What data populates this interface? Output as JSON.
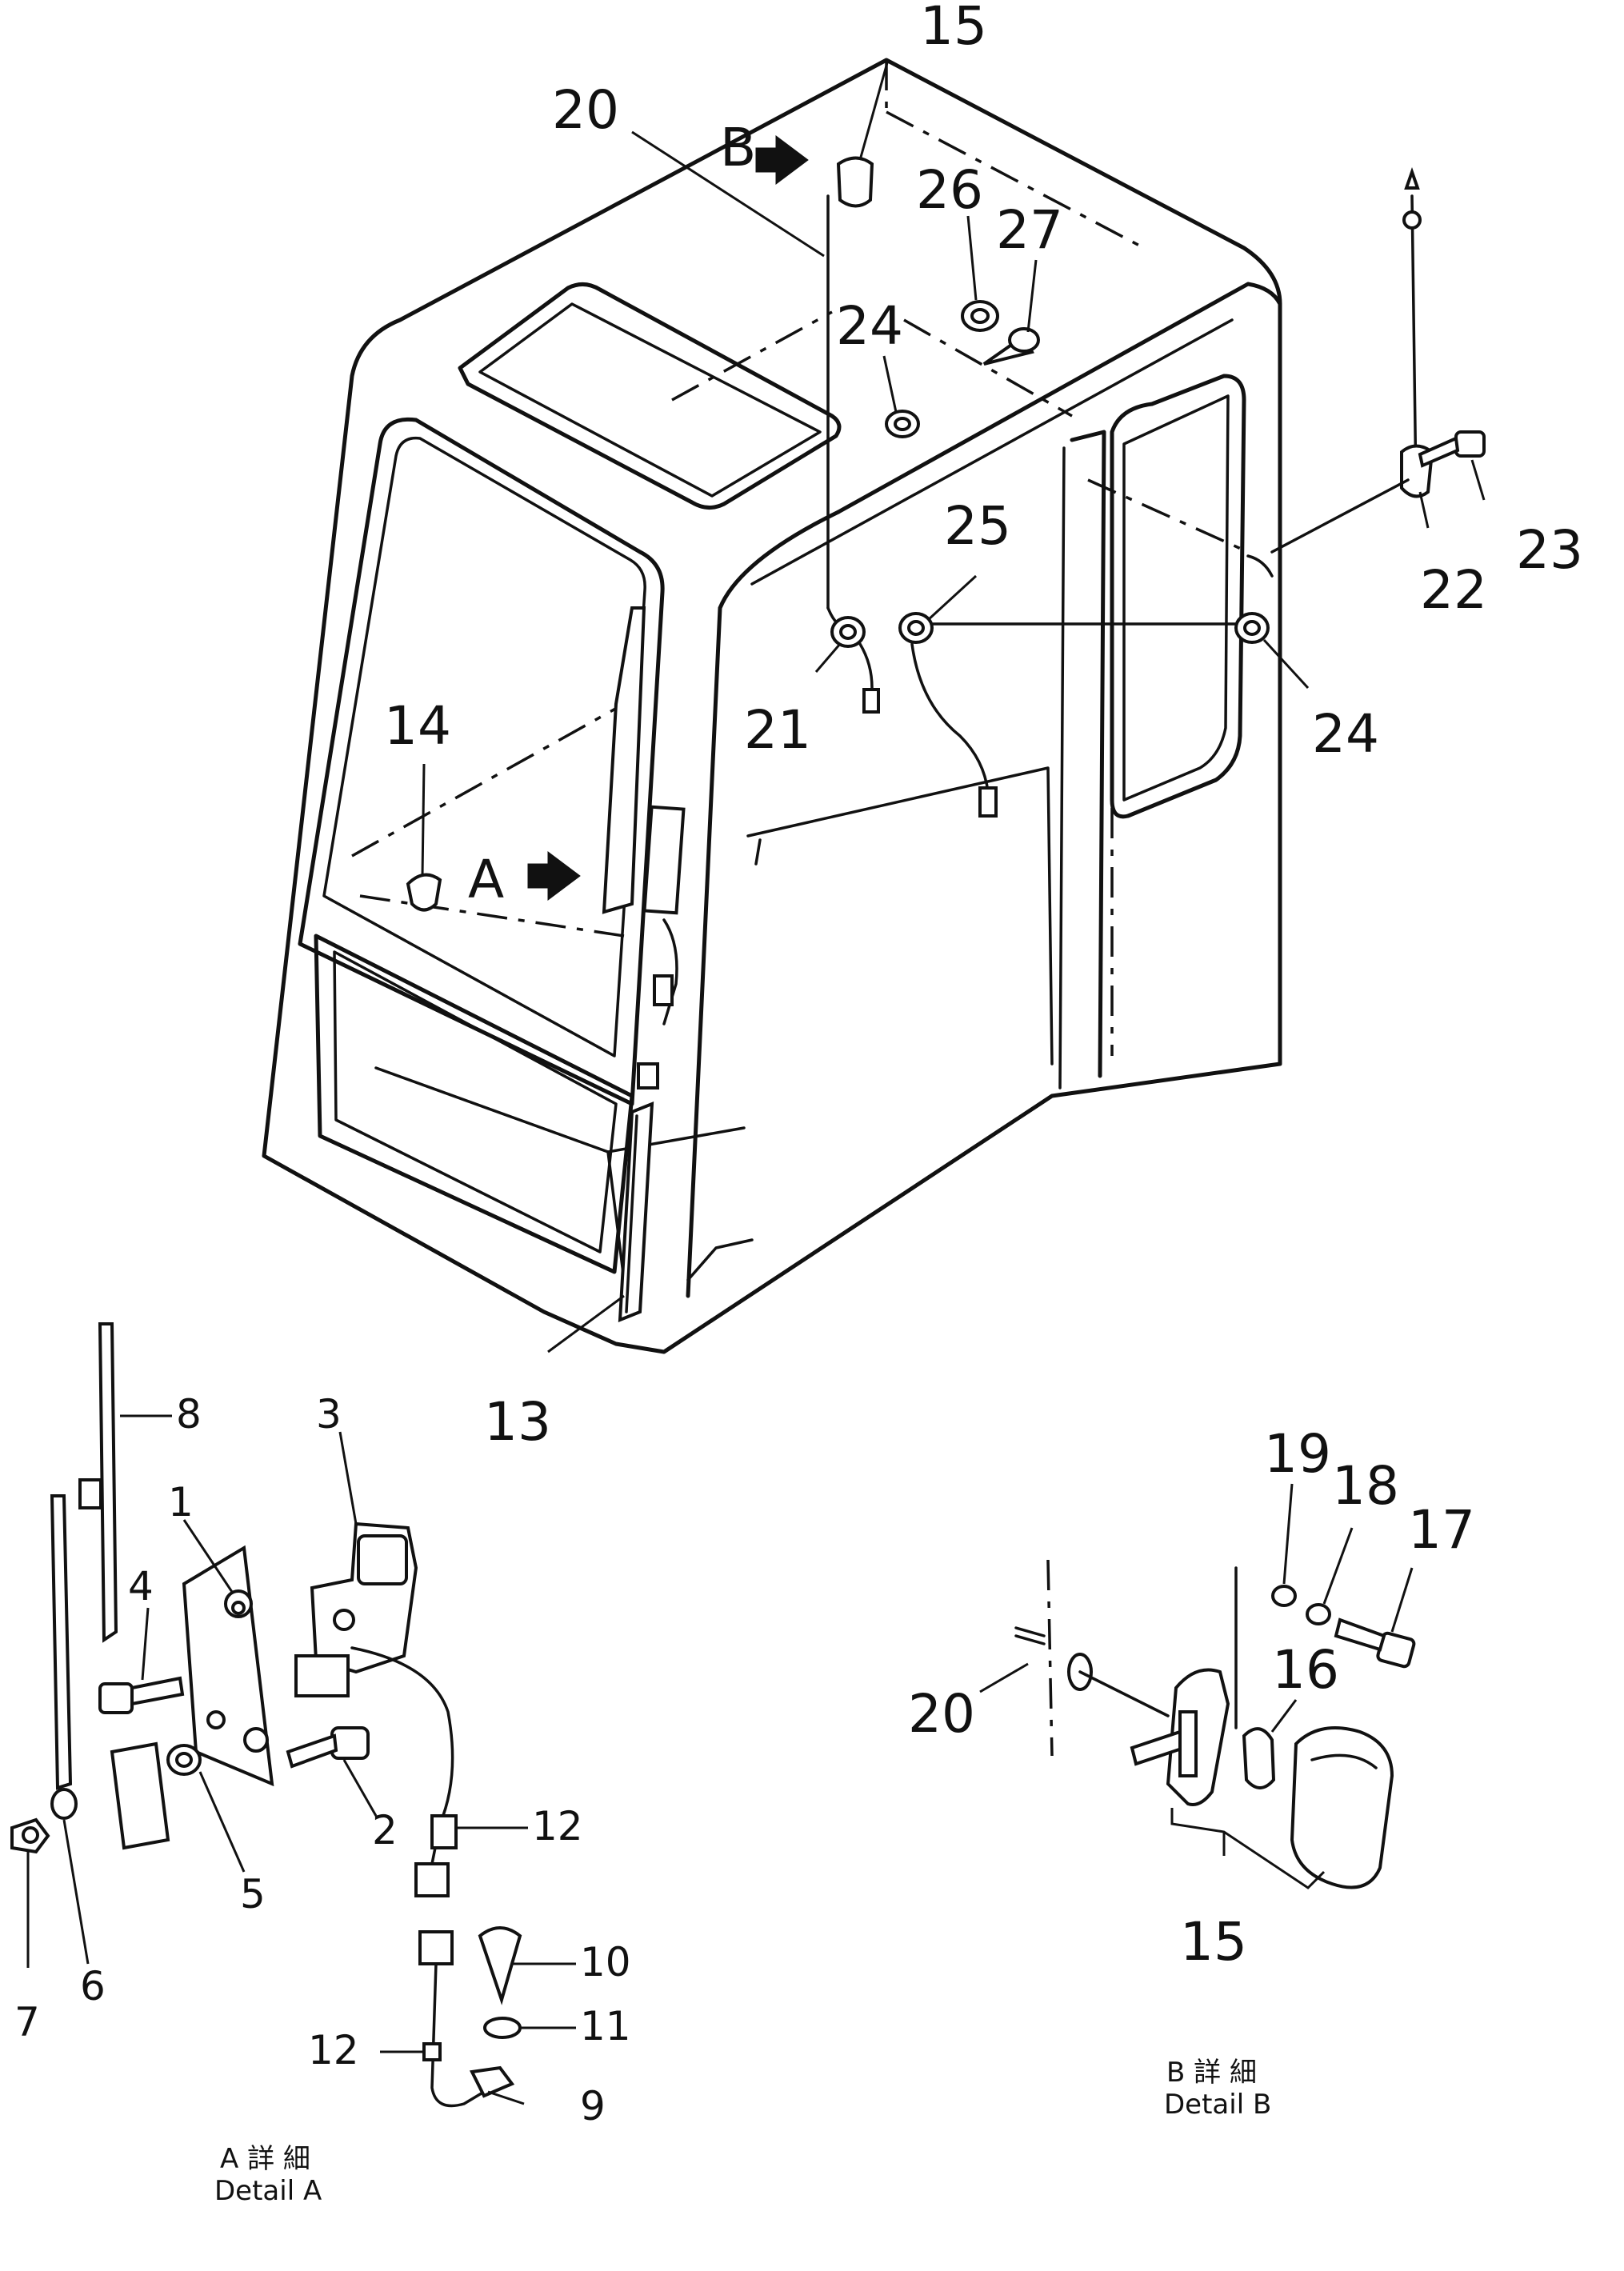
{
  "callouts": {
    "main": {
      "c13": "13",
      "c14": "14",
      "c15": "15",
      "c20": "20",
      "c21": "21",
      "c22": "22",
      "c23": "23",
      "c24a": "24",
      "c24b": "24",
      "c25": "25",
      "c26": "26",
      "c27": "27"
    },
    "detail_a": {
      "c1": "1",
      "c2": "2",
      "c3": "3",
      "c4": "4",
      "c5": "5",
      "c6": "6",
      "c7": "7",
      "c8": "8",
      "c9": "9",
      "c10": "10",
      "c11": "11",
      "c12a": "12",
      "c12b": "12"
    },
    "detail_b": {
      "c15": "15",
      "c16": "16",
      "c17": "17",
      "c18": "18",
      "c19": "19",
      "c20": "20"
    }
  },
  "view_markers": {
    "a": "A",
    "b": "B"
  },
  "captions": {
    "detail_a_jp": "A 詳 細",
    "detail_a_en": "Detail A",
    "detail_b_jp": "B 詳 細",
    "detail_b_en": "Detail B"
  }
}
